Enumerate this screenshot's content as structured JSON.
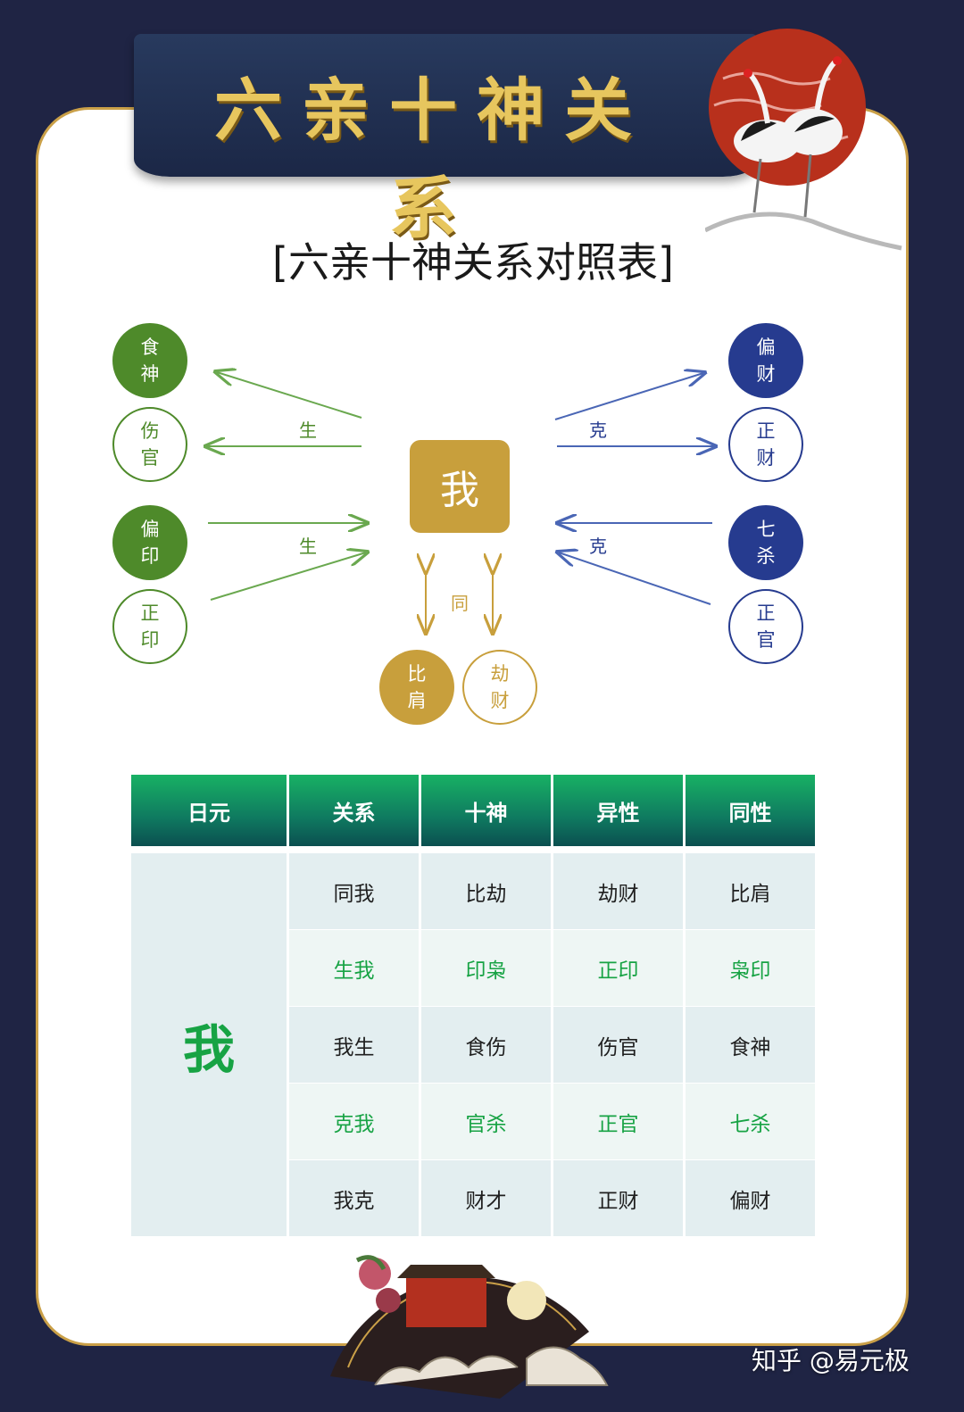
{
  "header": {
    "title": "六亲十神关系"
  },
  "subtitle": "[六亲十神关系对照表]",
  "diagram": {
    "center": "我",
    "nodes": {
      "shishen": [
        "食",
        "神"
      ],
      "shangguan": [
        "伤",
        "官"
      ],
      "pianyin": [
        "偏",
        "印"
      ],
      "zhengyin": [
        "正",
        "印"
      ],
      "piancai": [
        "偏",
        "财"
      ],
      "zhengcai": [
        "正",
        "财"
      ],
      "qisha": [
        "七",
        "杀"
      ],
      "zhengguan": [
        "正",
        "官"
      ],
      "bijian": [
        "比",
        "肩"
      ],
      "jiecai": [
        "劫",
        "财"
      ]
    },
    "labels": {
      "sheng_top": "生",
      "sheng_bottom": "生",
      "ke_top": "克",
      "ke_bottom": "克",
      "tong": "同"
    }
  },
  "table": {
    "headers": [
      "日元",
      "关系",
      "十神",
      "异性",
      "同性"
    ],
    "ri_yuan": "我",
    "rows": [
      [
        "同我",
        "比劫",
        "劫财",
        "比肩"
      ],
      [
        "生我",
        "印枭",
        "正印",
        "枭印"
      ],
      [
        "我生",
        "食伤",
        "伤官",
        "食神"
      ],
      [
        "克我",
        "官杀",
        "正官",
        "七杀"
      ],
      [
        "我克",
        "财才",
        "正财",
        "偏财"
      ]
    ]
  },
  "watermark": "知乎 @易元极",
  "colors": {
    "background": "#1f2444",
    "gold": "#c89f3c",
    "green": "#4e8a2a",
    "blue": "#263b8f",
    "table_green": "#17a344"
  }
}
